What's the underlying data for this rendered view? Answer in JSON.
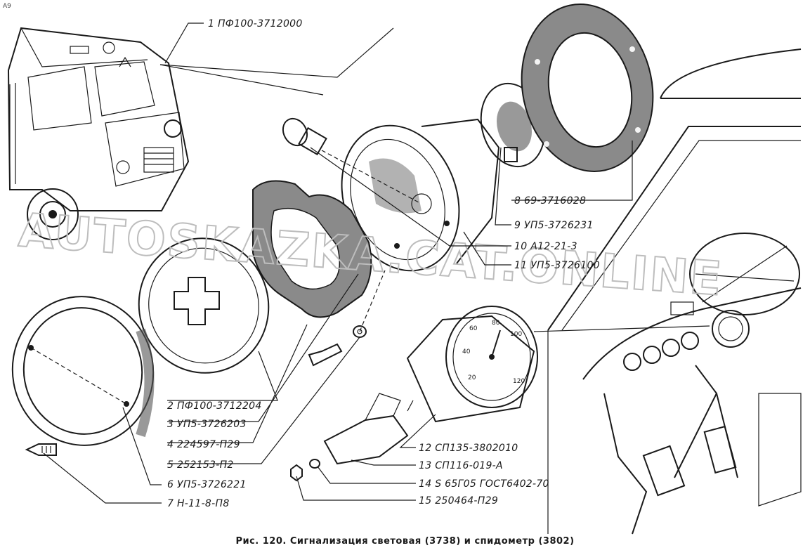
{
  "corner_mark": "A9",
  "caption": "Рис. 120. Сигнализация световая (3738) и спидометр (3802)",
  "watermark": "AUTOSKAZKA.CAT.ONLINE",
  "parts": [
    {
      "num": "1",
      "code": "ПФ100-3712000"
    },
    {
      "num": "2",
      "code": "ПФ100-3712204"
    },
    {
      "num": "3",
      "code": "УП5-3726203"
    },
    {
      "num": "4",
      "code": "224597-П29"
    },
    {
      "num": "5",
      "code": "252153-П2"
    },
    {
      "num": "6",
      "code": "УП5-3726221"
    },
    {
      "num": "7",
      "code": "Н-11-8-П8"
    },
    {
      "num": "8",
      "code": "69-3716028"
    },
    {
      "num": "9",
      "code": "УП5-3726231"
    },
    {
      "num": "10",
      "code": "А12-21-3"
    },
    {
      "num": "11",
      "code": "УП5-3726100"
    },
    {
      "num": "12",
      "code": "СП135-3802010"
    },
    {
      "num": "13",
      "code": "СП116-019-А"
    },
    {
      "num": "14",
      "code": "S 65Г05 ГОСТ6402-70"
    },
    {
      "num": "15",
      "code": "250464-П29"
    }
  ],
  "speedometer_ticks": [
    "20",
    "40",
    "60",
    "80",
    "100",
    "120"
  ]
}
